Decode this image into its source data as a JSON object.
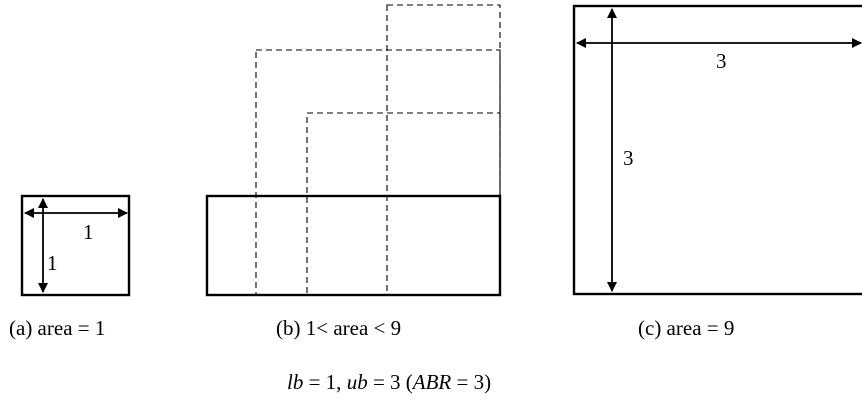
{
  "panel_a": {
    "width_label": "1",
    "height_label": "1",
    "caption": "(a) area = 1"
  },
  "panel_b": {
    "caption": "(b) 1< area < 9"
  },
  "panel_c": {
    "width_label": "3",
    "height_label": "3",
    "caption": "(c) area = 9"
  },
  "bottom_caption": {
    "lb_var": "lb",
    "lb_rest": " = 1, ",
    "ub_var": "ub",
    "ub_rest": " = 3 (",
    "abr_var": "ABR",
    "abr_rest": " = 3)"
  }
}
